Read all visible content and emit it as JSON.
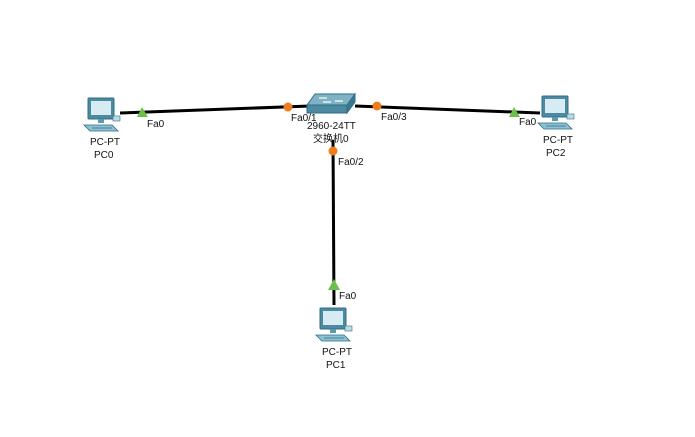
{
  "topology": {
    "devices": {
      "pc0": {
        "model": "PC-PT",
        "name": "PC0",
        "icon": "pc-icon"
      },
      "pc1": {
        "model": "PC-PT",
        "name": "PC1",
        "icon": "pc-icon"
      },
      "pc2": {
        "model": "PC-PT",
        "name": "PC2",
        "icon": "pc-icon"
      },
      "switch0": {
        "model": "2960-24TT",
        "name": "交换机0",
        "icon": "switch-icon"
      }
    },
    "links": [
      {
        "from": "PC0",
        "from_port": "Fa0",
        "to": "交换机0",
        "to_port": "Fa0/1",
        "status": "up"
      },
      {
        "from": "PC1",
        "from_port": "Fa0",
        "to": "交换机0",
        "to_port": "Fa0/2",
        "status": "up"
      },
      {
        "from": "PC2",
        "from_port": "Fa0",
        "to": "交换机0",
        "to_port": "Fa0/3",
        "status": "up"
      }
    ],
    "port_labels": {
      "pc0_fa0": "Fa0",
      "pc1_fa0": "Fa0",
      "pc2_fa0": "Fa0",
      "sw_fa01": "Fa0/1",
      "sw_fa02": "Fa0/2",
      "sw_fa03": "Fa0/3"
    },
    "colors": {
      "cable": "#000000",
      "link_up_triangle": "#6cc04a",
      "link_switch_dot": "#f07c1a",
      "device_teal": "#5b9bb0",
      "device_dark": "#2f6f86",
      "screen_light": "#d6ecf2"
    }
  }
}
